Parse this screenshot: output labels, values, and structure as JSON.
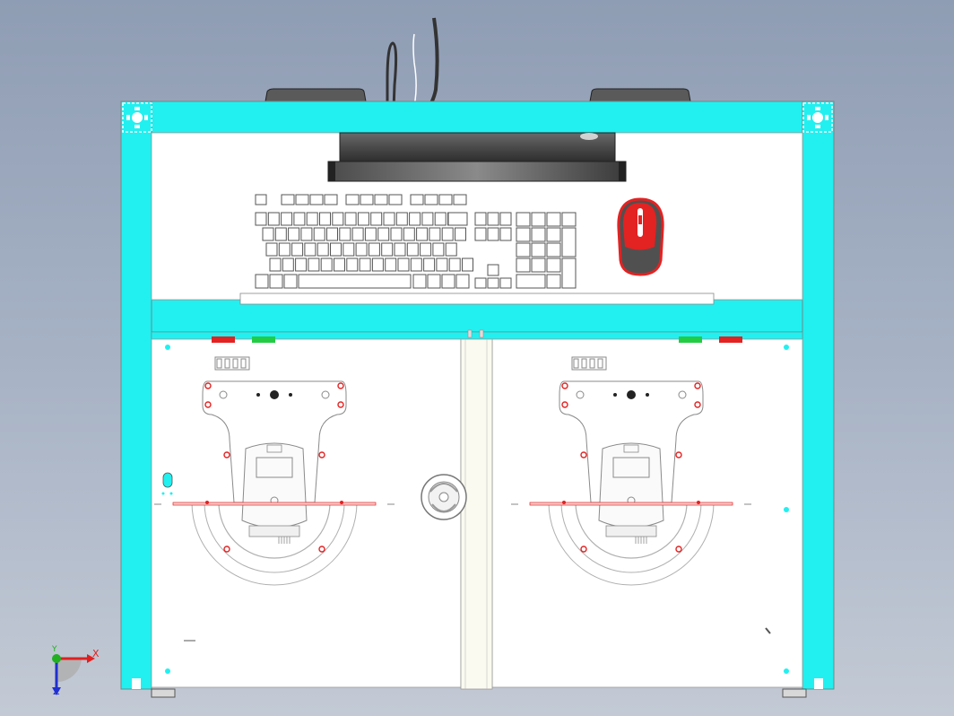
{
  "scene": {
    "description_title": "",
    "colors": {
      "frame": "#22f0f0",
      "panel": "#ffffff",
      "outline": "#8a8a8a",
      "dark": "#404040",
      "red": "#e32222",
      "green": "#22cc44",
      "background_top": "#8f9db4",
      "background_bottom": "#c3cad5"
    }
  },
  "triad": {
    "x_label": "X",
    "y_label": "Y",
    "z_label": "Z",
    "x_color": "#e02020",
    "y_color": "#20b020",
    "z_color": "#2030d0"
  }
}
